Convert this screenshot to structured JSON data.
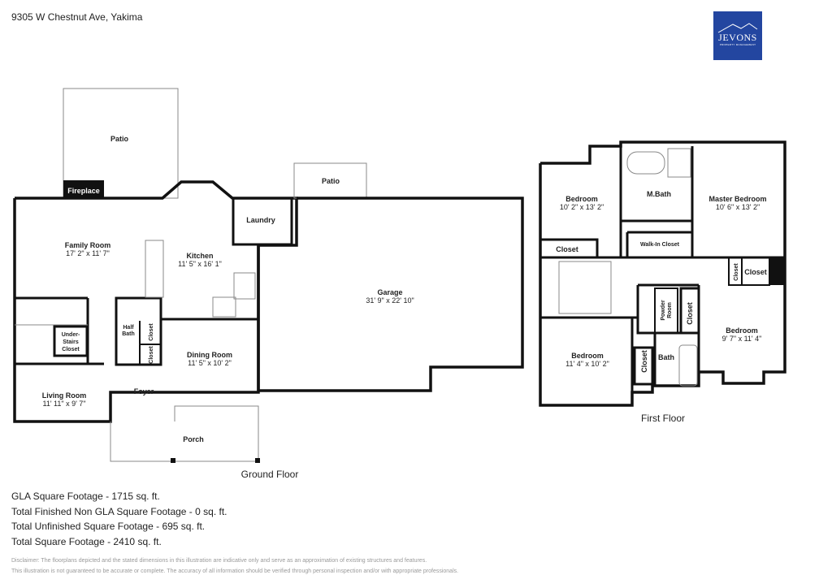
{
  "header": {
    "address": "9305 W Chestnut Ave, Yakima",
    "logo_text": "JEVONS",
    "logo_subtext": "PROPERTY MANAGEMENT",
    "logo_color": "#2346a0"
  },
  "ground_floor": {
    "title": "Ground Floor",
    "rooms": {
      "patio_left": "Patio",
      "fireplace": "Fireplace",
      "family_room": "Family Room",
      "family_room_dim": "17' 2\" x 11' 7\"",
      "kitchen": "Kitchen",
      "kitchen_dim": "11' 5\" x 16' 1\"",
      "laundry": "Laundry",
      "patio_right": "Patio",
      "garage": "Garage",
      "garage_dim": "31' 9\" x 22' 10\"",
      "half_bath_1": "Half",
      "half_bath_2": "Bath",
      "closet_a": "Closet",
      "closet_b": "Closet",
      "under_stairs_1": "Under-",
      "under_stairs_2": "Stairs",
      "under_stairs_3": "Closet",
      "dining_room": "Dining Room",
      "dining_room_dim": "11' 5\" x 10' 2\"",
      "foyer": "Foyer",
      "living_room": "Living Room",
      "living_room_dim": "11' 11\" x 9' 7\"",
      "porch": "Porch"
    }
  },
  "first_floor": {
    "title": "First Floor",
    "rooms": {
      "bedroom_nw": "Bedroom",
      "bedroom_nw_dim": "10' 2\" x 13' 2\"",
      "mbath": "M.Bath",
      "master_bedroom": "Master Bedroom",
      "master_bedroom_dim": "10' 6\" x 13' 2\"",
      "closet_nw": "Closet",
      "walkin_closet": "Walk-In Closet",
      "closet_small": "Closet",
      "closet_e": "Closet",
      "powder_1": "Powder",
      "powder_2": "Room",
      "closet_mid": "Closet",
      "bedroom_e": "Bedroom",
      "bedroom_e_dim": "9' 7\" x 11' 4\"",
      "closet_sw": "Closet",
      "bath": "Bath",
      "bedroom_sw": "Bedroom",
      "bedroom_sw_dim": "11' 4\" x 10' 2\""
    }
  },
  "stats": [
    "GLA Square Footage - 1715 sq. ft.",
    "Total Finished Non GLA Square Footage - 0 sq. ft.",
    "Total Unfinished Square Footage - 695 sq. ft.",
    "Total Square Footage - 2410 sq. ft."
  ],
  "disclaimer": [
    "Disclaimer: The floorplans depicted and the stated dimensions in this illustration are indicative only and serve as an approximation of existing structures and features.",
    "This illustration is not guaranteed to be accurate or complete. The accuracy of all information should be verified through personal inspection and/or with appropriate professionals."
  ]
}
